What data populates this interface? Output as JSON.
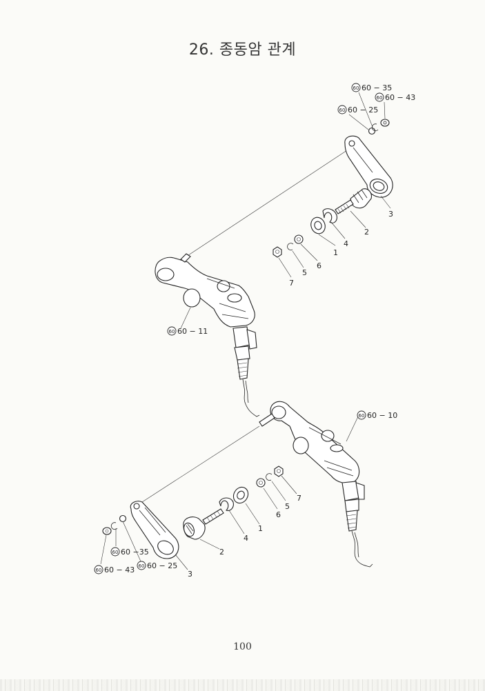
{
  "title": "26. 종동암 관계",
  "page_number": "100",
  "upper_assembly": {
    "labels": {
      "ref_60_35": "60 − 35",
      "ref_60_43": "60 − 43",
      "ref_60_25": "60 − 25",
      "ref_60_11": "60 − 11",
      "p1": "1",
      "p2": "2",
      "p3": "3",
      "p4": "4",
      "p5": "5",
      "p6": "6",
      "p7": "7"
    }
  },
  "lower_assembly": {
    "labels": {
      "ref_60_10": "60 − 10",
      "ref_60_35": "60 −35",
      "ref_60_43": "60 − 43",
      "ref_60_25": "60 − 25",
      "p1": "1",
      "p2": "2",
      "p3": "3",
      "p4": "4",
      "p5": "5",
      "p6": "6",
      "p7": "7"
    }
  },
  "ref_circle_text": "60"
}
